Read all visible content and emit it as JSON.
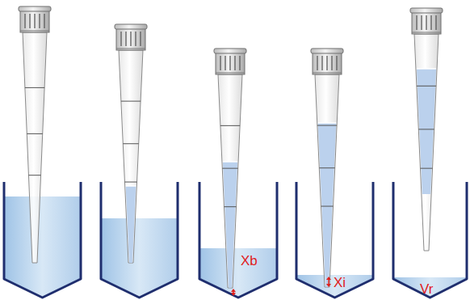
{
  "diagram": {
    "labels": [
      "Xb",
      "Xi",
      "Vr"
    ]
  }
}
